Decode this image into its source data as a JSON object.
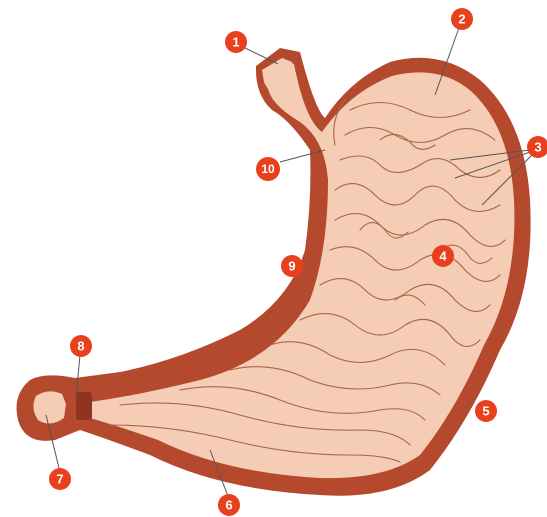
{
  "colors": {
    "wall": "#b5492e",
    "wall_dark": "#8e3420",
    "mucosa": "#f5cdb4",
    "folds": "#a5674a",
    "marker": "#e8401c",
    "leader": "#555555"
  },
  "markers": [
    {
      "id": "m1",
      "text": "1"
    },
    {
      "id": "m2",
      "text": "2"
    },
    {
      "id": "m3",
      "text": "3"
    },
    {
      "id": "m4",
      "text": "4"
    },
    {
      "id": "m5",
      "text": "5"
    },
    {
      "id": "m6",
      "text": "6"
    },
    {
      "id": "m7",
      "text": "7"
    },
    {
      "id": "m8",
      "text": "8"
    },
    {
      "id": "m9",
      "text": "9"
    },
    {
      "id": "m10",
      "text": "10"
    }
  ]
}
